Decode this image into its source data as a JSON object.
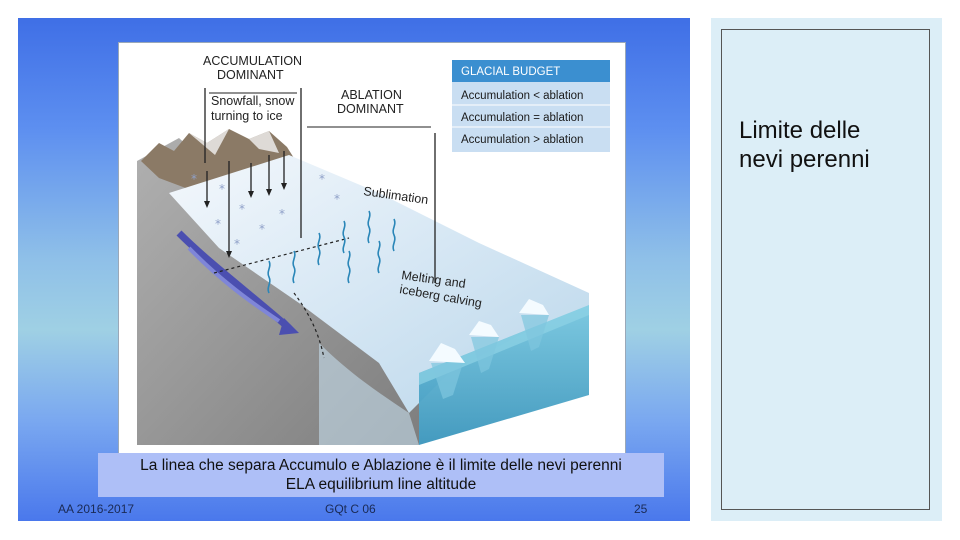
{
  "slide": {
    "figure": {
      "labels": {
        "accumulation_l1": "ACCUMULATION",
        "accumulation_l2": "DOMINANT",
        "ablation_l1": "ABLATION",
        "ablation_l2": "DOMINANT",
        "snowfall_l1": "Snowfall, snow",
        "snowfall_l2": "turning to ice",
        "sublimation": "Sublimation",
        "melting_l1": "Melting and",
        "melting_l2": "iceberg calving"
      },
      "budget": {
        "title": "GLACIAL BUDGET",
        "rows": [
          "Accumulation < ablation",
          "Accumulation = ablation",
          "Accumulation > ablation"
        ]
      },
      "colors": {
        "budget_header": "#3b8fd0",
        "budget_body": "#c9def2",
        "ice": "#dcebf6",
        "water": "#3ea3c8",
        "rock": "#9a9a9a"
      }
    },
    "caption": {
      "line1": "La linea che separa Accumulo  e Ablazione è il  limite delle nevi perenni",
      "line2": "ELA equilibrium line altitude"
    },
    "footer": {
      "left": "AA 2016-2017",
      "center": "GQt C 06",
      "right": "25"
    }
  },
  "side_note": {
    "text": "Limite delle\nnevi perenni"
  }
}
